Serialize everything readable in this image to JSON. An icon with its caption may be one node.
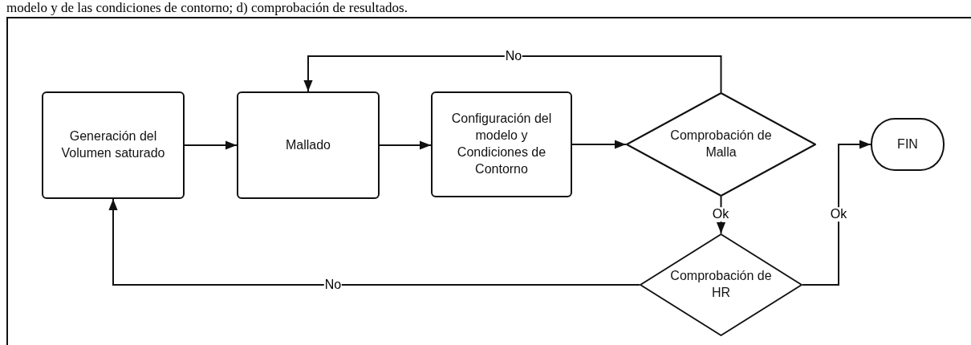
{
  "diagram": {
    "nodes": [
      {
        "text": [
          "Generación del Volumen saturado"
        ]
      },
      {
        "text": [
          "Mallado"
        ]
      },
      {
        "text": [
          "Configuración del modelo y Condiciones de Contorno"
        ]
      },
      {
        "text": [
          "Comprobación de Malla"
        ]
      },
      {
        "text": [
          "FIN"
        ]
      },
      {
        "text": [
          "Comprobación de HR"
        ]
      }
    ],
    "edges": [
      {
        "from": 0,
        "to": 1,
        "arrow": "to"
      },
      {
        "from": 1,
        "to": 2,
        "arrow": "to"
      },
      {
        "from": 2,
        "to": 3,
        "arrow": "to"
      },
      {
        "from": 3,
        "to": 1,
        "arrow": "to",
        "label": "No"
      },
      {
        "from": 3,
        "to": 5,
        "arrow": "to",
        "label": "Ok"
      },
      {
        "from": 5,
        "to": 4,
        "arrow": "to",
        "label": "Ok"
      },
      {
        "from": 5,
        "to": 0,
        "arrow": "to",
        "label": "No"
      }
    ],
    "labels": [
      "modelo y de las condiciones de contorno; d) comprobación de resultados."
    ]
  }
}
